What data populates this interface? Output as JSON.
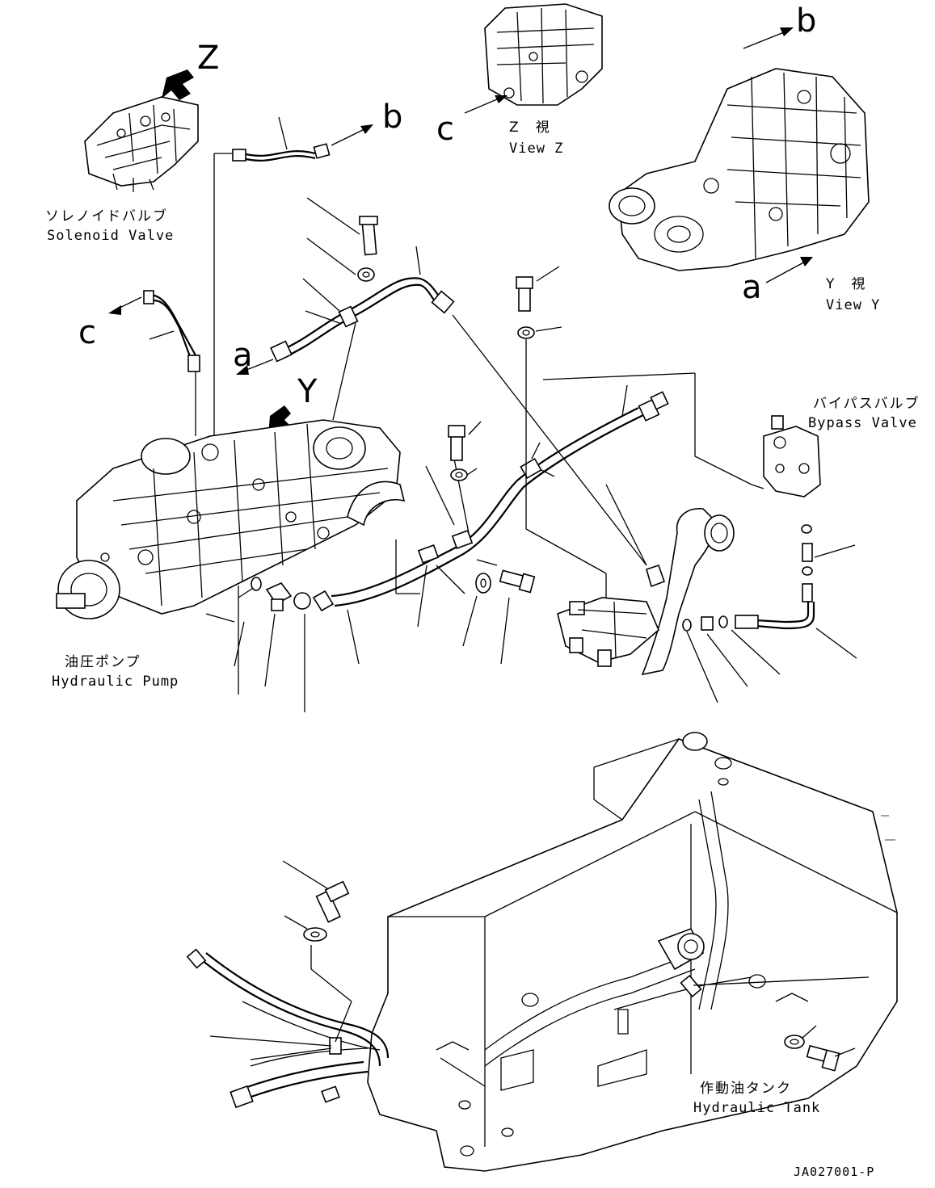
{
  "drawing_id": "JA027001-P",
  "views": {
    "z": {
      "callout": "Z",
      "title_jp": "Z　視",
      "title_en": "View Z"
    },
    "y": {
      "callout": "Y",
      "title_jp": "Y　視",
      "title_en": "View Y"
    }
  },
  "components": {
    "solenoid_valve": {
      "jp": "ソレノイドバルブ",
      "en": "Solenoid Valve"
    },
    "hydraulic_pump": {
      "jp": "油圧ポンプ",
      "en": "Hydraulic Pump"
    },
    "bypass_valve": {
      "jp": "バイパスバルブ",
      "en": "Bypass Valve"
    },
    "hydraulic_tank": {
      "jp": "作動油タンク",
      "en": "Hydraulic Tank"
    }
  },
  "connection_letters": {
    "a_pump": "a",
    "a_view_y": "a",
    "b_solenoid": "b",
    "b_view_y": "b",
    "c_solenoid": "c",
    "c_view_z": "c"
  },
  "colors": {
    "ink": "#000000",
    "paper": "#ffffff"
  }
}
